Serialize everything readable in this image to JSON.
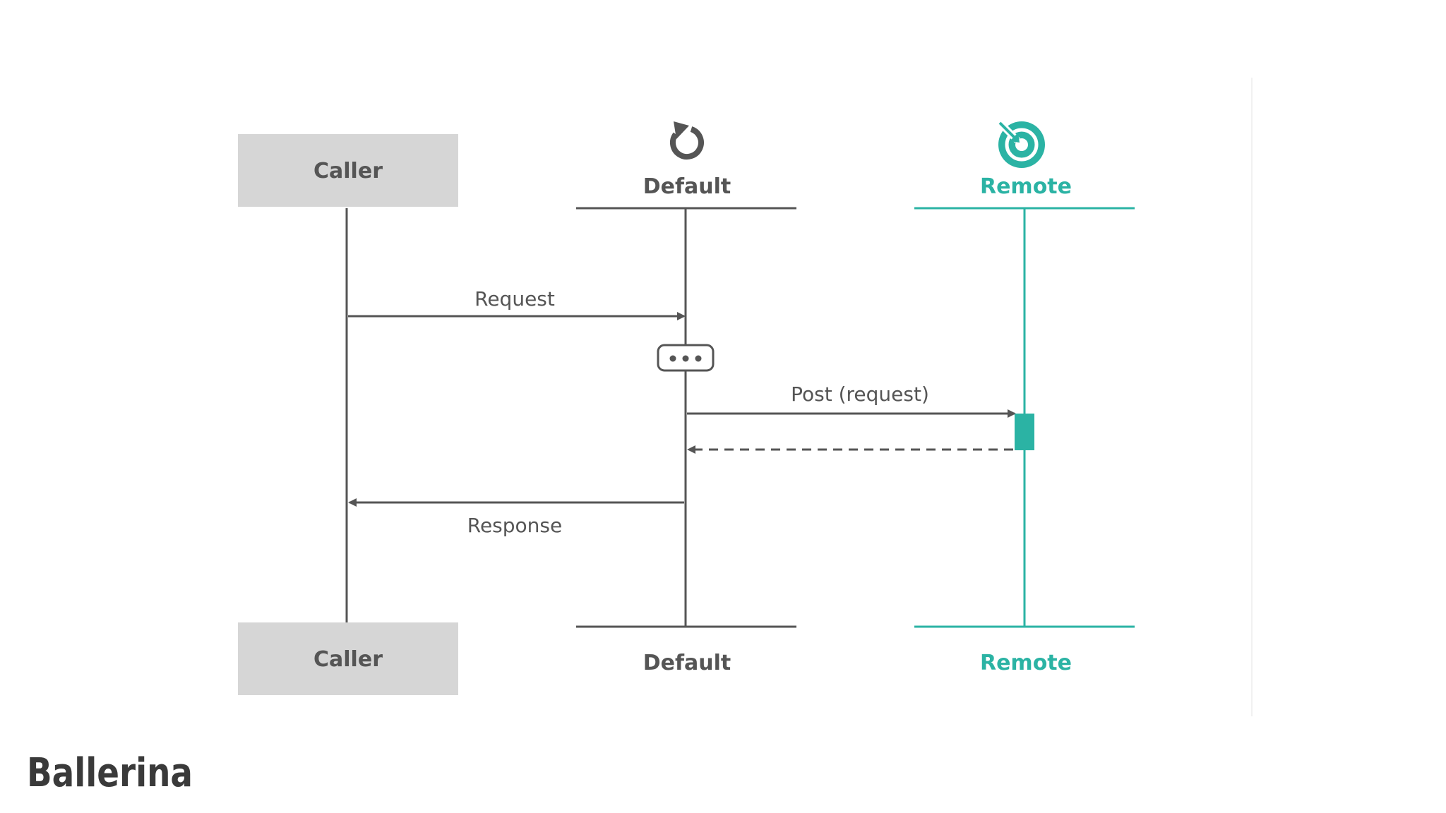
{
  "colors": {
    "text": "#555555",
    "line": "#555555",
    "caller_box": "#d6d6d6",
    "remote": "#2bb3a4",
    "background": "#ffffff"
  },
  "participants": [
    {
      "label": "Caller",
      "icon": "",
      "highlight": false
    },
    {
      "label": "Default",
      "icon": "retry-icon",
      "highlight": false
    },
    {
      "label": "Remote",
      "icon": "remote-target-icon",
      "highlight": true
    }
  ],
  "messages": [
    {
      "label": "Request",
      "from": "Caller",
      "to": "Default",
      "style": "solid"
    },
    {
      "label": "",
      "note": "ellipsis-processing-icon",
      "on": "Default"
    },
    {
      "label": "Post (request)",
      "from": "Default",
      "to": "Remote",
      "style": "solid"
    },
    {
      "label": "",
      "from": "Remote",
      "to": "Default",
      "style": "dashed"
    },
    {
      "label": "Response",
      "from": "Default",
      "to": "Caller",
      "style": "solid"
    }
  ],
  "brand": {
    "name": "Ballerina"
  }
}
